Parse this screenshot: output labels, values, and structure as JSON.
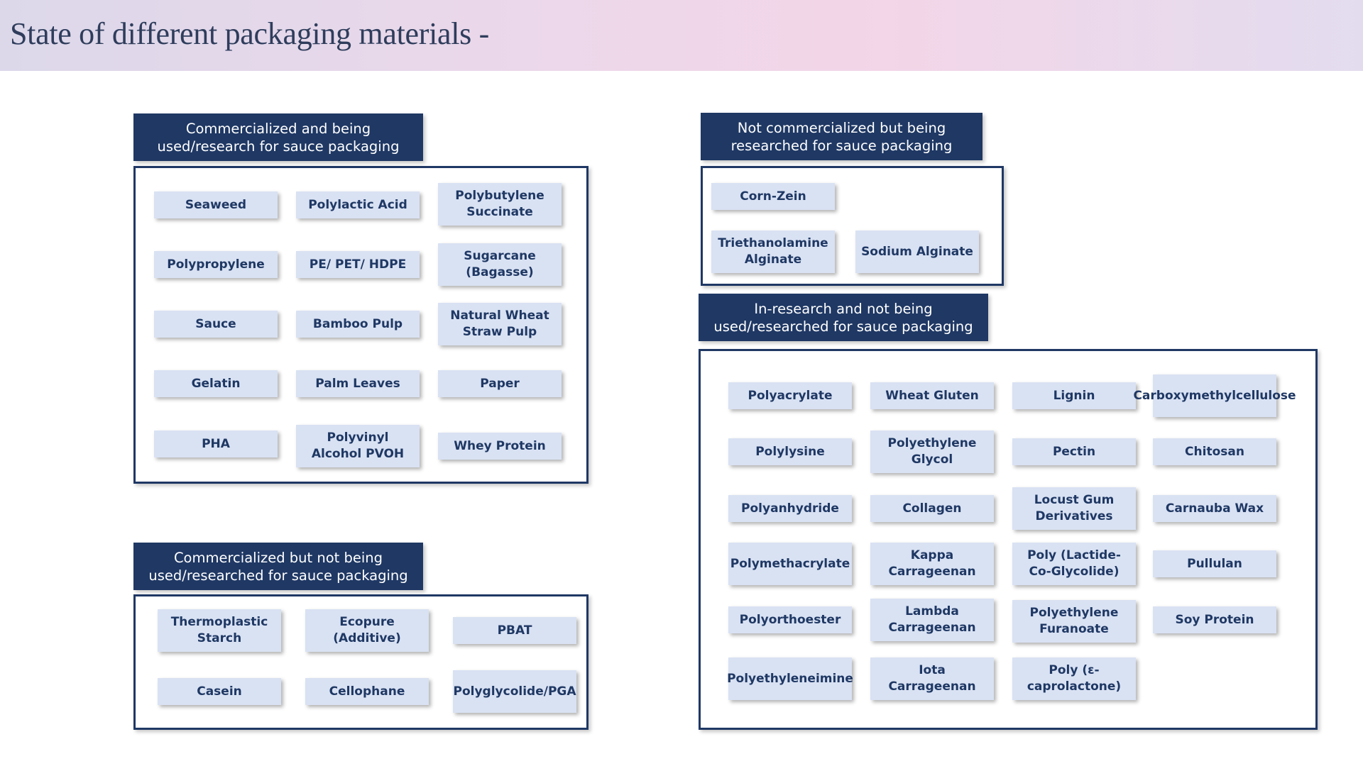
{
  "title": "State of different packaging materials -",
  "sections": [
    {
      "header": "Commercialized and being\nused/research for sauce packaging",
      "items": [
        "Seaweed",
        "Polylactic Acid",
        "Polybutylene Succinate",
        "Polypropylene",
        "PE/ PET/ HDPE",
        "Sugarcane (Bagasse)",
        "Sauce",
        "Bamboo Pulp",
        "Natural Wheat Straw Pulp",
        "Gelatin",
        "Palm Leaves",
        "Paper",
        "PHA",
        "Polyvinyl Alcohol PVOH",
        "Whey Protein"
      ]
    },
    {
      "header": "Commercialized but not being\nused/researched for sauce packaging",
      "items": [
        "Thermoplastic Starch",
        "Ecopure (Additive)",
        "PBAT",
        "Casein",
        "Cellophane",
        "Polyglycolide/PGA"
      ]
    },
    {
      "header": "Not commercialized but being\nresearched for sauce packaging",
      "items": [
        "Corn-Zein",
        "Triethanolamine Alginate",
        "Sodium Alginate"
      ]
    },
    {
      "header": "In-research and not being\nused/researched for sauce packaging",
      "items": [
        "Polyacrylate",
        "Wheat Gluten",
        "Lignin",
        "Carboxymethylcellulose",
        "Polylysine",
        "Polyethylene Glycol",
        "Pectin",
        "Chitosan",
        "Polyanhydride",
        "Collagen",
        "Locust Gum Derivatives",
        "Carnauba Wax",
        "Polymethacrylate",
        "Kappa Carrageenan",
        "Poly (Lactide-Co-Glycolide)",
        "Pullulan",
        "Polyorthoester",
        "Lambda Carrageenan",
        "Polyethylene Furanoate",
        "Soy Protein",
        "Polyethyleneimine",
        "Iota Carrageenan",
        "Poly (ε-caprolactone)"
      ]
    }
  ]
}
